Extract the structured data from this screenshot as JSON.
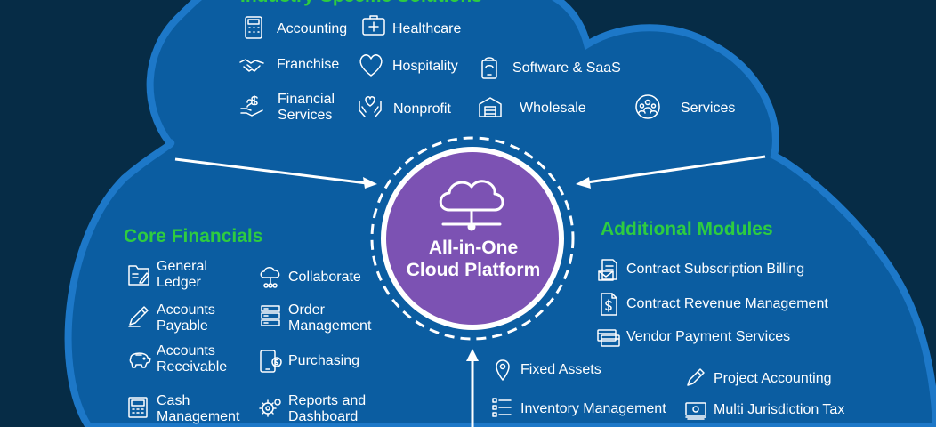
{
  "top_section": {
    "title": "Industry-Specific Solutions",
    "items": [
      {
        "label": "Accounting",
        "icon": "calculator-icon"
      },
      {
        "label": "Healthcare",
        "icon": "medical-kit-icon"
      },
      {
        "label": "Franchise",
        "icon": "handshake-icon"
      },
      {
        "label": "Hospitality",
        "icon": "heart-icon"
      },
      {
        "label": "Software & SaaS",
        "icon": "cloud-device-icon"
      },
      {
        "label": "Financial\nServices",
        "icon": "money-hand-icon"
      },
      {
        "label": "Nonprofit",
        "icon": "hands-heart-icon"
      },
      {
        "label": "Wholesale",
        "icon": "warehouse-icon"
      },
      {
        "label": "Services",
        "icon": "people-group-icon"
      }
    ]
  },
  "center": {
    "label": "All-in-One\nCloud Platform",
    "icon": "cloud-network-icon"
  },
  "core_financials": {
    "title": "Core Financials",
    "items": [
      {
        "label": "General\nLedger",
        "icon": "ledger-icon"
      },
      {
        "label": "Collaborate",
        "icon": "cloud-share-icon"
      },
      {
        "label": "Accounts\nPayable",
        "icon": "pen-icon"
      },
      {
        "label": "Order\nManagement",
        "icon": "server-rack-icon"
      },
      {
        "label": "Accounts\nReceivable",
        "icon": "piggy-bank-icon"
      },
      {
        "label": "Purchasing",
        "icon": "mobile-dollar-icon"
      },
      {
        "label": "Cash\nManagement",
        "icon": "cash-register-icon"
      },
      {
        "label": "Reports and\nDashboard",
        "icon": "gears-icon"
      }
    ]
  },
  "additional_modules": {
    "title": "Additional Modules",
    "items": [
      {
        "label": "Contract Subscription Billing",
        "icon": "envelope-icon"
      },
      {
        "label": "Contract Revenue Management",
        "icon": "dollar-document-icon"
      },
      {
        "label": "Vendor Payment Services",
        "icon": "cards-icon"
      },
      {
        "label": "Fixed Assets",
        "icon": "location-pin-icon"
      },
      {
        "label": "Project Accounting",
        "icon": "pencil-icon"
      },
      {
        "label": "Inventory Management",
        "icon": "checklist-icon"
      },
      {
        "label": "Multi Jurisdiction Tax",
        "icon": "cash-stack-icon"
      }
    ]
  },
  "colors": {
    "background": "#062c46",
    "cloud": "#0b5da1",
    "center": "#7c52b3",
    "accent": "#2ecc40"
  }
}
